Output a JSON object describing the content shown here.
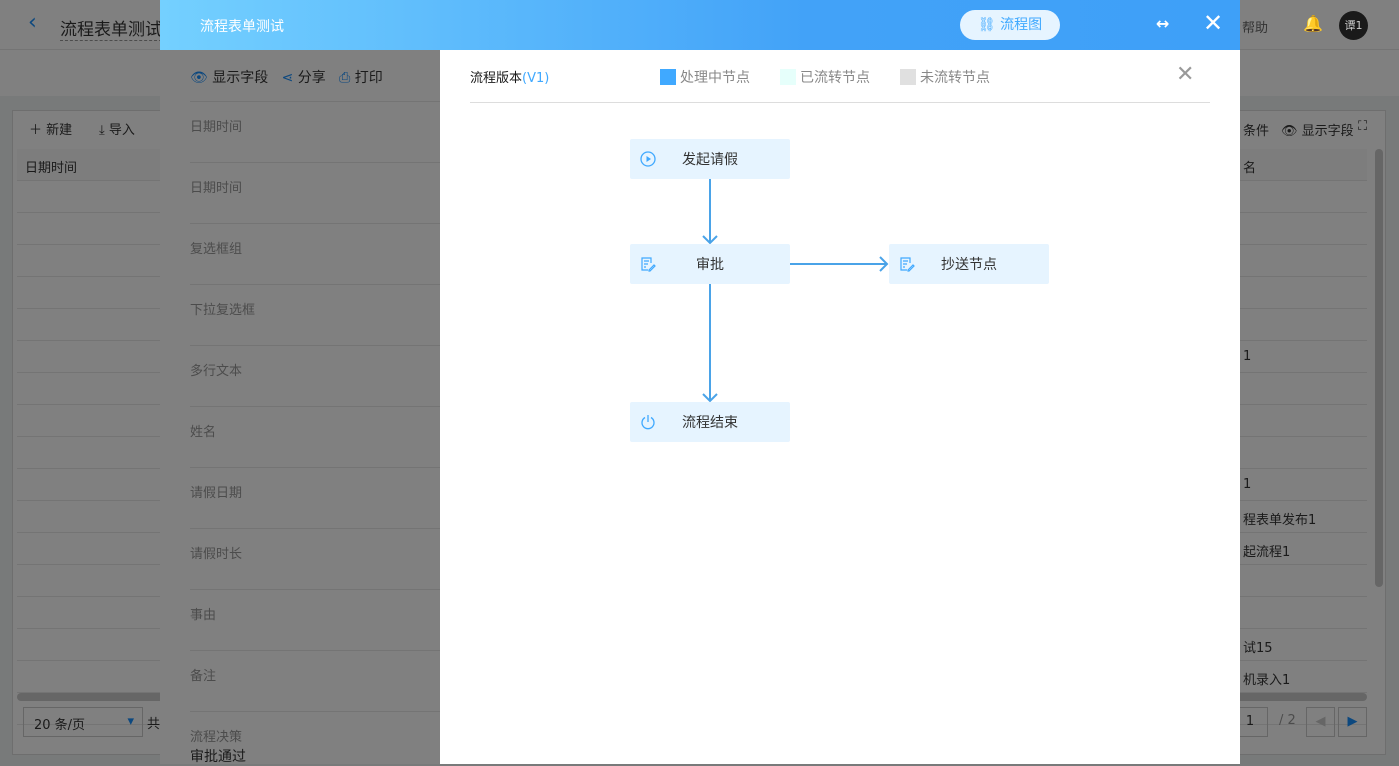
{
  "app": {
    "back_icon": "chevron-left-icon",
    "title": "流程表单测试",
    "help": "帮助",
    "avatar": "谭1",
    "bell_icon": "bell-icon"
  },
  "table": {
    "new": "新建",
    "import": "导入",
    "conditions": "条件",
    "show_fields": "显示字段",
    "col_left": "日期时间",
    "col_right": "名",
    "right_cells": [
      {
        "row": 5,
        "text": "1"
      },
      {
        "row": 9,
        "text": "1"
      },
      {
        "row": 10,
        "text": "程表单发布1"
      },
      {
        "row": 11,
        "text": "起流程1"
      },
      {
        "row": 14,
        "text": "试15"
      },
      {
        "row": 15,
        "text": "机录入1"
      }
    ],
    "page_size": "20 条/页",
    "total_prefix": "共",
    "page": "1",
    "pages": "/ 2"
  },
  "modal": {
    "title": "流程表单测试",
    "flow_button": "流程图",
    "expand_icon": "expand-horizontal-icon",
    "close_icon": "close-icon",
    "toolbar": {
      "show_fields": "显示字段",
      "share": "分享",
      "print": "打印"
    },
    "fields": [
      "日期时间",
      "日期时间",
      "复选框组",
      "下拉复选框",
      "多行文本",
      "姓名",
      "请假日期",
      "请假时长",
      "事由",
      "备注"
    ],
    "decision_label": "流程决策",
    "decision_value": "审批通过"
  },
  "drawer": {
    "version_label": "流程版本",
    "version": "(V1)",
    "legend": [
      {
        "label": "处理中节点",
        "color": "#40a9ff"
      },
      {
        "label": "已流转节点",
        "color": "#e6fffb"
      },
      {
        "label": "未流转节点",
        "color": "#e0e0e0"
      }
    ],
    "nodes": {
      "start": {
        "label": "发起请假",
        "icon": "play-circle-icon"
      },
      "approve": {
        "label": "审批",
        "icon": "form-edit-icon"
      },
      "cc": {
        "label": "抄送节点",
        "icon": "form-edit-icon"
      },
      "end": {
        "label": "流程结束",
        "icon": "power-icon"
      }
    },
    "edge_color": "#4aa3e8",
    "node_color": "#e6f4ff"
  }
}
